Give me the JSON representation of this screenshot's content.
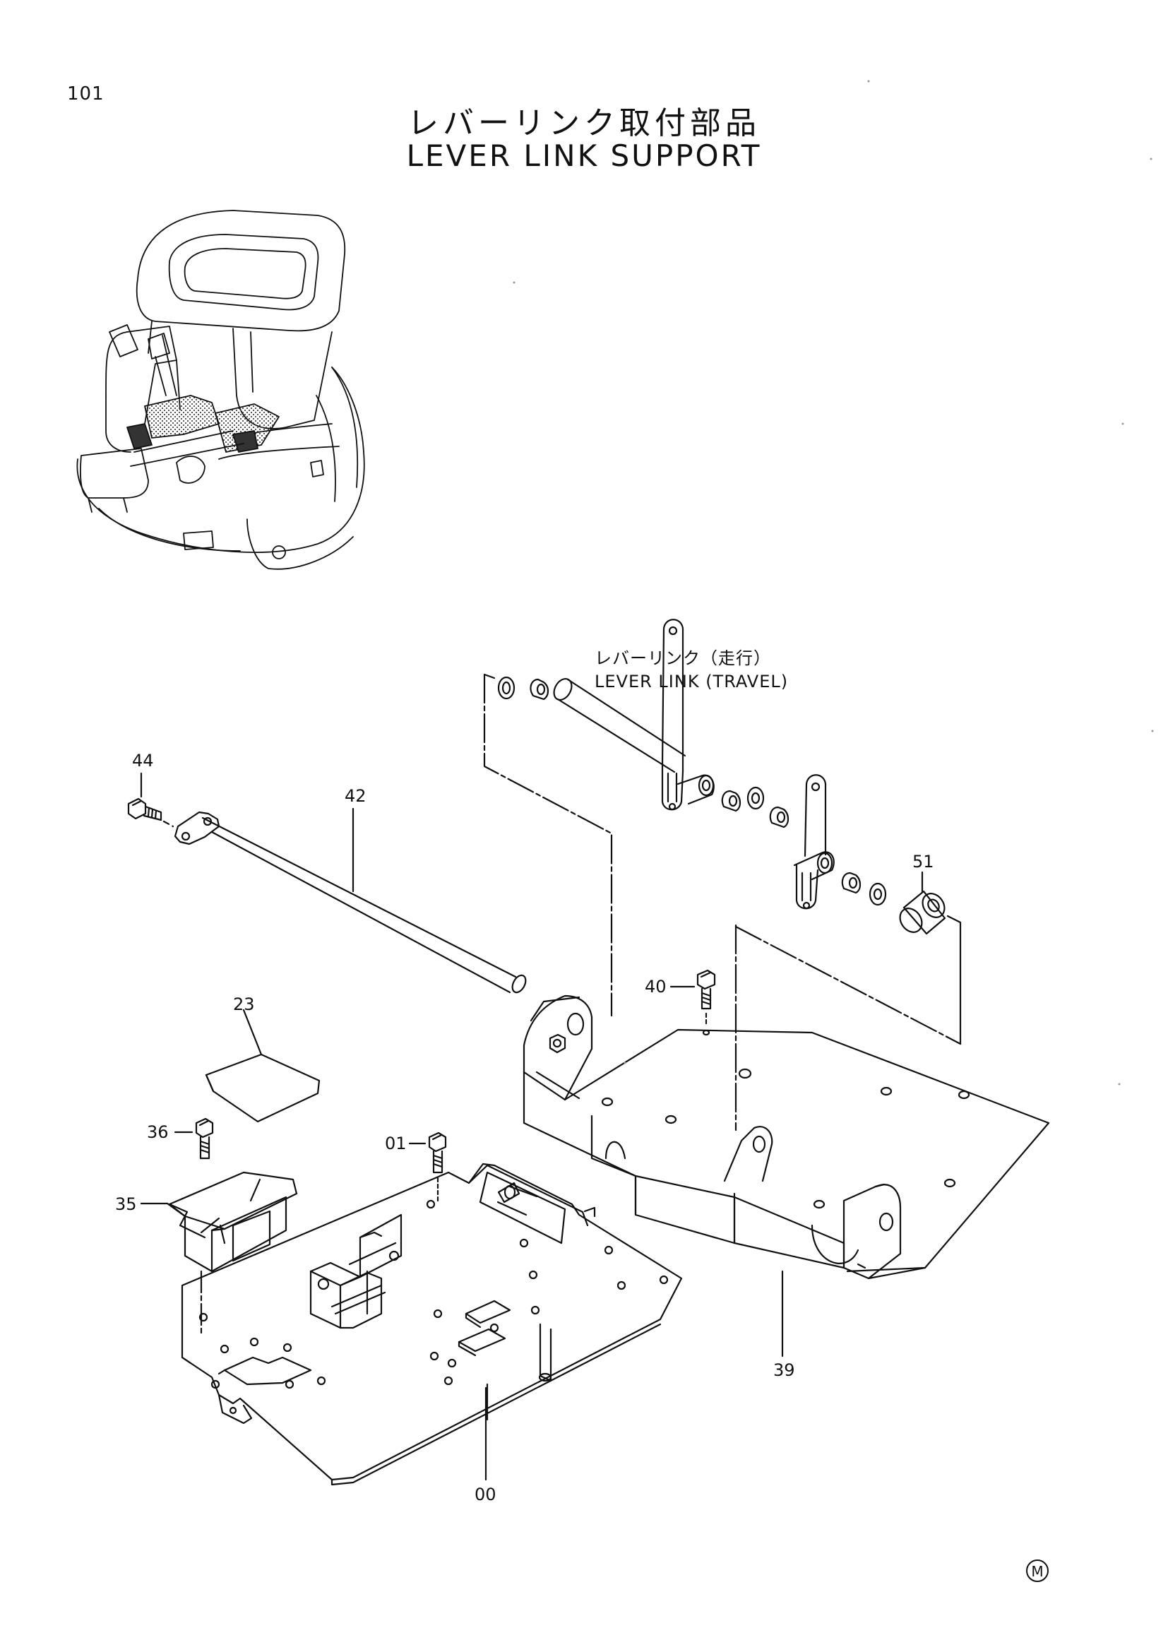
{
  "page_number": "101",
  "title": {
    "japanese": "レバーリンク取付部品",
    "english": "LEVER LINK SUPPORT"
  },
  "subassembly_label": {
    "japanese": "レバーリンク（走行）",
    "english": "LEVER LINK (TRAVEL)"
  },
  "part_callouts": [
    "44",
    "42",
    "51",
    "40",
    "23",
    "36",
    "01",
    "35",
    "39",
    "00"
  ],
  "corner_mark": "M"
}
